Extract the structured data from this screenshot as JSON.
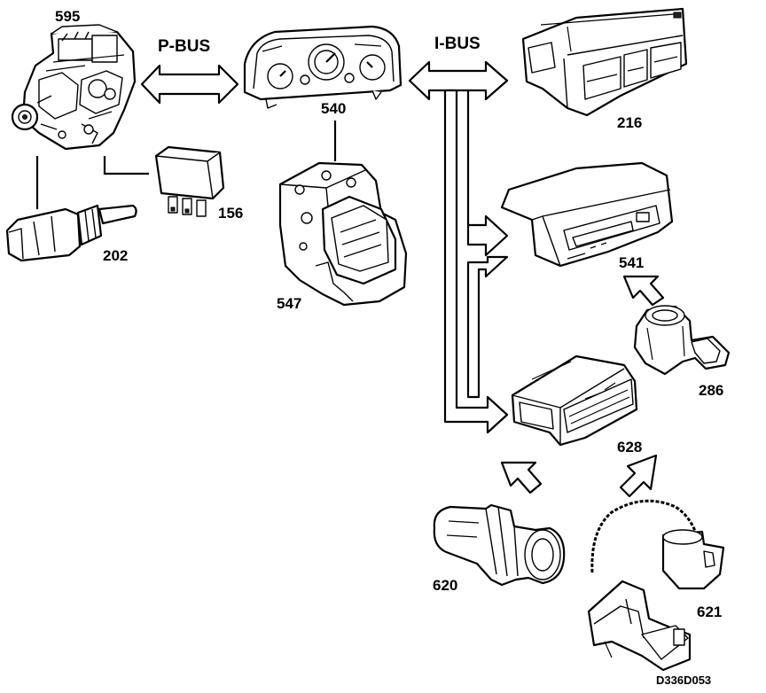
{
  "buses": {
    "p_bus": "P-BUS",
    "i_bus": "I-BUS"
  },
  "components": {
    "c595": "595",
    "c540": "540",
    "c216": "216",
    "c156": "156",
    "c202": "202",
    "c547": "547",
    "c541": "541",
    "c286": "286",
    "c628": "628",
    "c620": "620",
    "c621": "621"
  },
  "drawing_code": "D336D053"
}
